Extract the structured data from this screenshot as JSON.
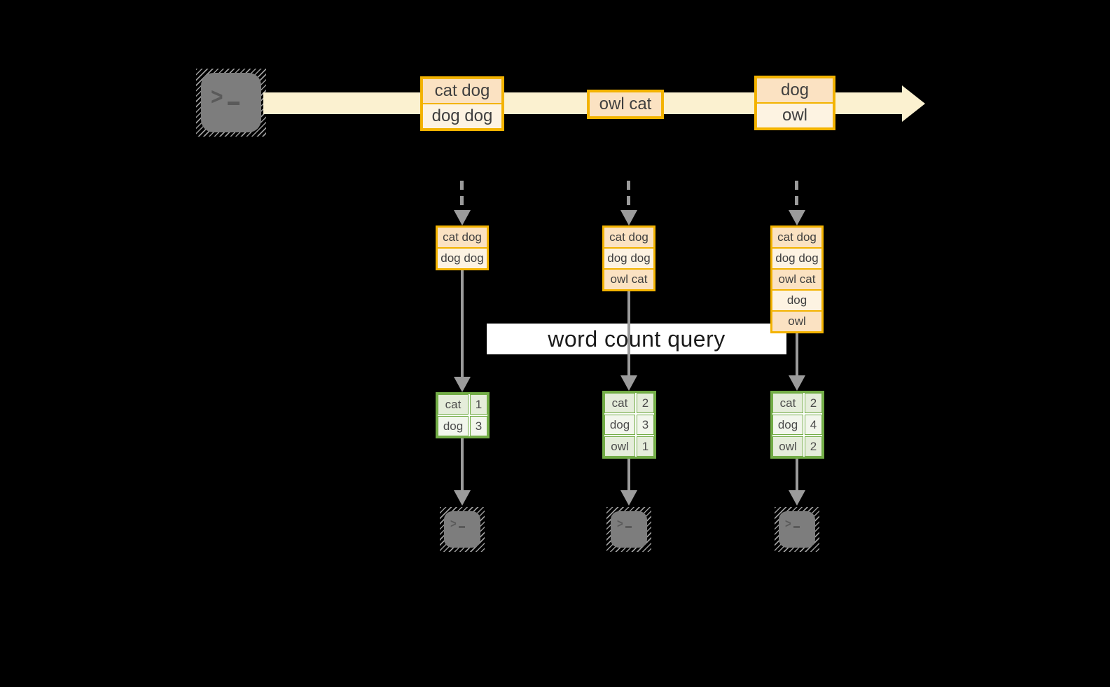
{
  "banner": {
    "label": "word count query"
  },
  "glyphs": {
    "prompt_chevron": ">"
  },
  "colors": {
    "background": "#000000",
    "record_border": "#f3b300",
    "record_fill_dark": "#fbe2c2",
    "record_fill_light": "#fdf3e2",
    "stream_band": "#fbf1d0",
    "table_border": "#73ad47",
    "table_fill_dark": "#e5edda",
    "table_fill_light": "#f2f6ec",
    "arrow_gray": "#9b9b9b",
    "terminal_gray": "#7d7d7d",
    "banner_bg": "#ffffff"
  },
  "stream": {
    "events": [
      {
        "lines": [
          "cat dog",
          "dog dog"
        ]
      },
      {
        "lines": [
          "owl cat"
        ]
      },
      {
        "lines": [
          "dog",
          "owl"
        ]
      }
    ]
  },
  "columns": [
    {
      "stack": [
        "cat dog",
        "dog dog"
      ],
      "counts": [
        {
          "word": "cat",
          "count": "1"
        },
        {
          "word": "dog",
          "count": "3"
        }
      ]
    },
    {
      "stack": [
        "cat dog",
        "dog dog",
        "owl cat"
      ],
      "counts": [
        {
          "word": "cat",
          "count": "2"
        },
        {
          "word": "dog",
          "count": "3"
        },
        {
          "word": "owl",
          "count": "1"
        }
      ]
    },
    {
      "stack": [
        "cat dog",
        "dog dog",
        "owl cat",
        "dog",
        "owl"
      ],
      "counts": [
        {
          "word": "cat",
          "count": "2"
        },
        {
          "word": "dog",
          "count": "4"
        },
        {
          "word": "owl",
          "count": "2"
        }
      ]
    }
  ]
}
